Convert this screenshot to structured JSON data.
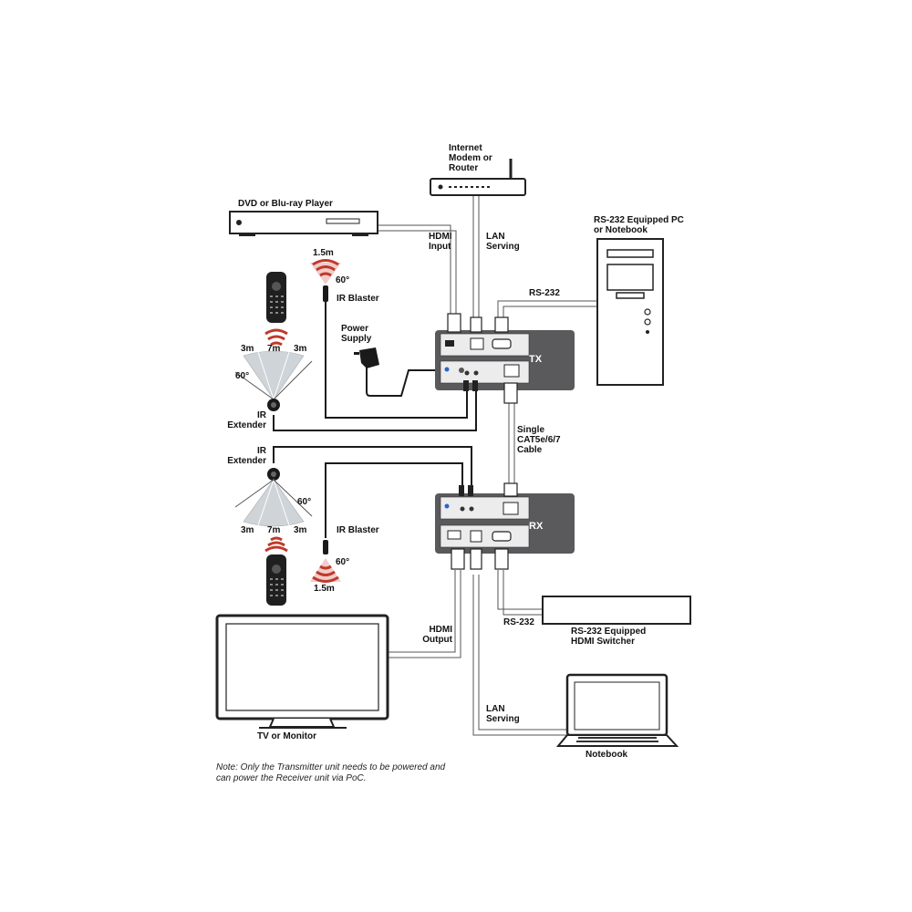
{
  "devices": {
    "dvd_player": "DVD or Blu-ray Player",
    "modem": "Internet\nModem or\nRouter",
    "pc": "RS-232 Equipped PC\nor Notebook",
    "tv": "TV or Monitor",
    "notebook": "Notebook",
    "switcher": "RS-232 Equipped\nHDMI Switcher",
    "power_supply": "Power\nSupply"
  },
  "cables": {
    "hdmi_input": "HDMI\nInput",
    "lan_serving_top": "LAN\nServing",
    "rs232_top": "RS-232",
    "cat_cable": "Single\nCAT5e/6/7\nCable",
    "hdmi_output": "HDMI\nOutput",
    "rs232_bottom": "RS-232",
    "lan_serving_bottom": "LAN\nServing"
  },
  "ir": {
    "blaster_top": "IR Blaster",
    "blaster_bottom": "IR Blaster",
    "extender_top": "IR\nExtender",
    "extender_bottom": "IR\nExtender",
    "range_15": "1.5m",
    "angle_60": "60°",
    "range_3": "3m",
    "range_7": "7m"
  },
  "units": {
    "tx": "TX",
    "rx": "RX"
  },
  "note": "Note: Only the Transmitter unit needs to be powered and\ncan power the Receiver unit via PoC."
}
